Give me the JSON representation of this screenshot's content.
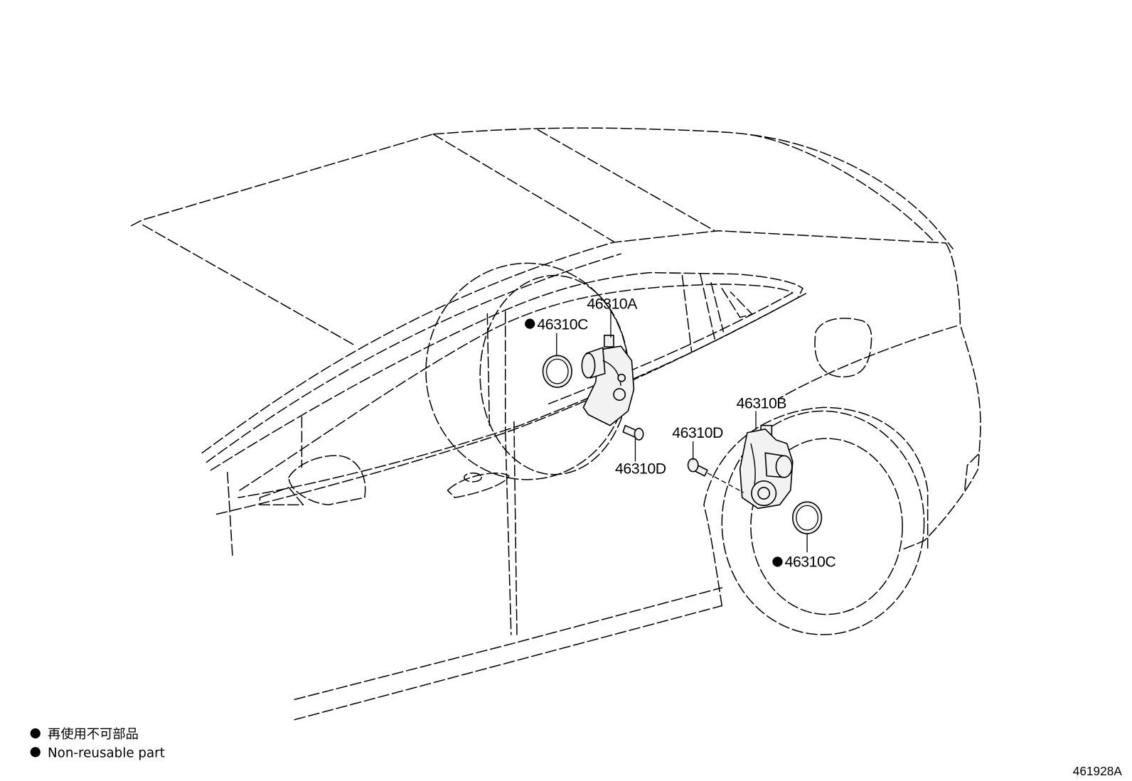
{
  "callouts": [
    {
      "text": "46310A",
      "non_reusable": false
    },
    {
      "text": "46310C",
      "non_reusable": true
    },
    {
      "text": "46310B",
      "non_reusable": false
    },
    {
      "text": "46310D",
      "non_reusable": false
    },
    {
      "text": "46310D",
      "non_reusable": false
    },
    {
      "text": "46310C",
      "non_reusable": true
    }
  ],
  "legend": {
    "items": [
      "再使用不可部品",
      "Non-reusable part"
    ]
  },
  "figure_id": "461928A",
  "colors": {
    "line": "#000000",
    "background": "#ffffff",
    "part_fill": "#f2f2f2"
  }
}
